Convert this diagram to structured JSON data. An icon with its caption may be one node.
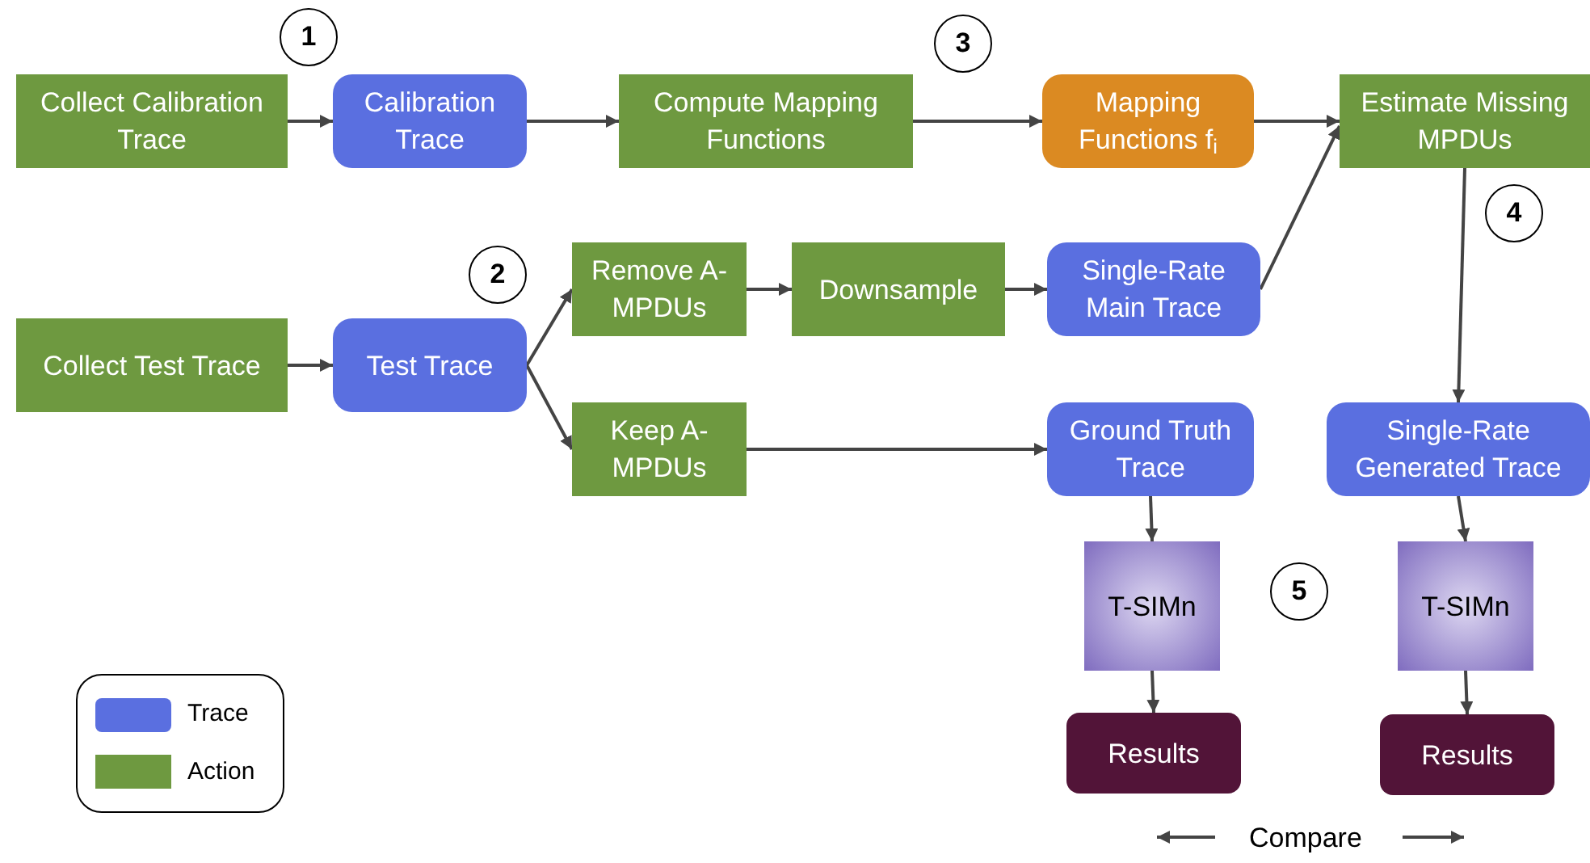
{
  "diagram": {
    "nodes": [
      {
        "text": [
          "Collect Calibration Trace"
        ]
      },
      {
        "text": [
          "Calibration Trace"
        ]
      },
      {
        "text": [
          "Compute Mapping Functions"
        ]
      },
      {
        "text": [
          "Mapping Functions f$_{i}$"
        ]
      },
      {
        "text": [
          "Estimate Missing MPDUs"
        ]
      },
      {
        "text": [
          "Collect Test Trace"
        ]
      },
      {
        "text": [
          "Test Trace"
        ]
      },
      {
        "text": [
          "Remove A-MPDUs"
        ]
      },
      {
        "text": [
          "Downsample"
        ]
      },
      {
        "text": [
          "Single-Rate Main Trace"
        ]
      },
      {
        "text": [
          "Keep A-MPDUs"
        ]
      },
      {
        "text": [
          "Ground Truth Trace"
        ]
      },
      {
        "text": [
          "Single-Rate Generated Trace"
        ]
      },
      {
        "text": [
          "T-SIMn"
        ]
      },
      {
        "text": [
          "T-SIMn"
        ]
      },
      {
        "text": [
          "Results"
        ]
      },
      {
        "text": [
          "Results"
        ]
      }
    ],
    "edges": [
      {
        "from": 0,
        "to": 1,
        "arrow": "to"
      },
      {
        "from": 1,
        "to": 2,
        "arrow": "to"
      },
      {
        "from": 2,
        "to": 3,
        "arrow": "to"
      },
      {
        "from": 3,
        "to": 4,
        "arrow": "to"
      },
      {
        "from": 5,
        "to": 6,
        "arrow": "to"
      },
      {
        "from": 6,
        "to": 7,
        "arrow": "to"
      },
      {
        "from": 6,
        "to": 10,
        "arrow": "to"
      },
      {
        "from": 7,
        "to": 8,
        "arrow": "to"
      },
      {
        "from": 8,
        "to": 9,
        "arrow": "to"
      },
      {
        "from": 9,
        "to": 4,
        "arrow": "to"
      },
      {
        "from": 4,
        "to": 12,
        "arrow": "to"
      },
      {
        "from": 10,
        "to": 11,
        "arrow": "to"
      },
      {
        "from": 11,
        "to": 13,
        "arrow": "to"
      },
      {
        "from": 13,
        "to": 15,
        "arrow": "to"
      },
      {
        "from": 12,
        "to": 14,
        "arrow": "to"
      },
      {
        "from": 14,
        "to": 16,
        "arrow": "to"
      }
    ],
    "labels": [
      "1",
      "2",
      "3",
      "4",
      "5",
      "Compare"
    ],
    "legend": [
      {
        "text": "Trace",
        "color": "#5a6fe0"
      },
      {
        "text": "Action",
        "color": "#6e9940"
      }
    ]
  }
}
